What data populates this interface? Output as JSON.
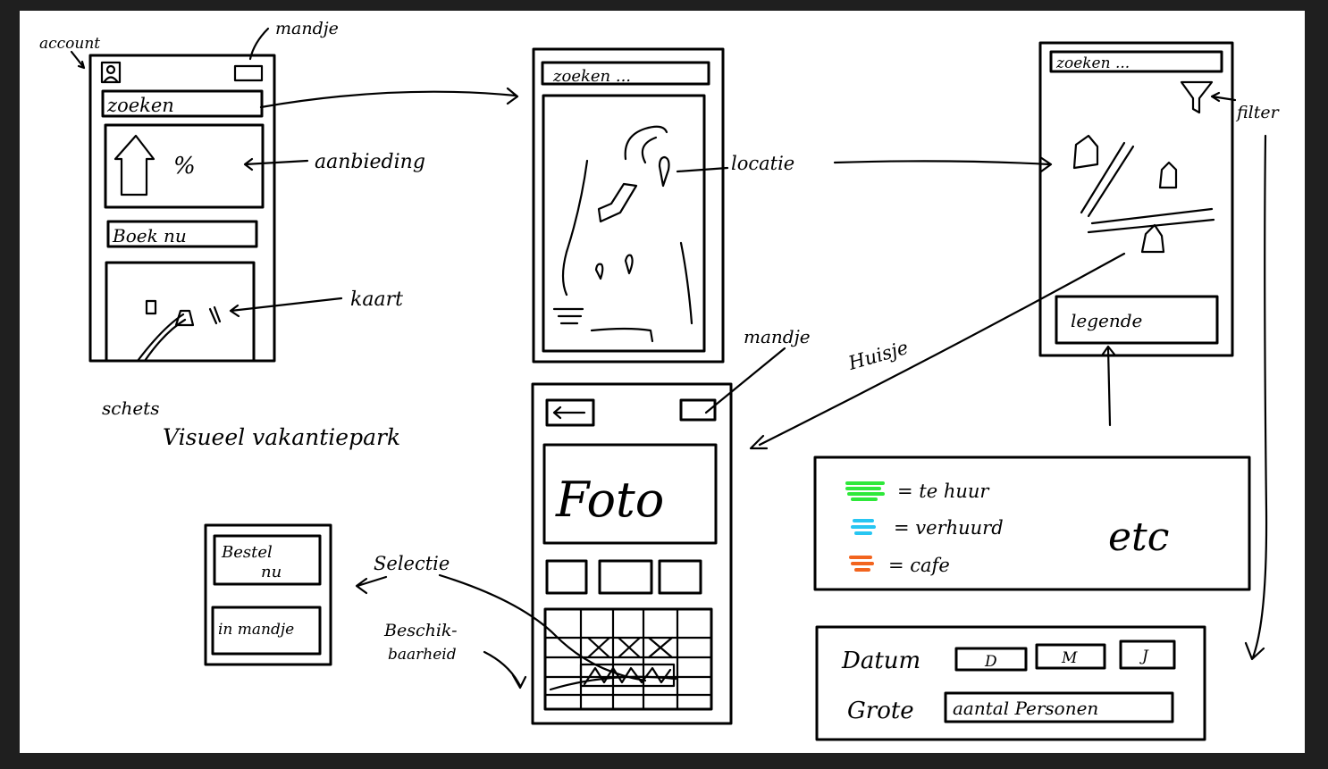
{
  "labels": {
    "account": "account",
    "mandje_top": "mandje",
    "zoeken_home": "zoeken",
    "aanbieding": "aanbieding",
    "percent": "%",
    "boek_nu": "Boek nu",
    "kaart": "kaart",
    "schets_line1": "schets",
    "schets_line2": "Visueel vakantiepark",
    "zoeken_map": "zoeken ...",
    "locatie": "locatie",
    "zoeken_detail": "zoeken ...",
    "filter": "filter",
    "legende": "legende",
    "mandje_mid": "mandje",
    "huisje": "Huisje",
    "foto": "Foto",
    "bestel_nu_1": "Bestel",
    "bestel_nu_2": "nu",
    "in_mandje": "in mandje",
    "selectie": "Selectie",
    "beschik_1": "Beschik-",
    "beschik_2": "baarheid",
    "legend_te_huur": "= te huur",
    "legend_verhuurd": "= verhuurd",
    "legend_cafe": "= cafe",
    "etc": "etc",
    "datum": "Datum",
    "d_btn": "D",
    "m_btn": "M",
    "j_btn": "J",
    "grote": "Grote",
    "aantal_personen": "aantal Personen"
  },
  "colors": {
    "te_huur": "#2ee83a",
    "verhuurd": "#27c6f2",
    "cafe": "#f2641e"
  },
  "icons": [
    "account-icon",
    "basket-icon",
    "house-icon",
    "map-pin-icon",
    "filter-icon",
    "back-arrow-icon"
  ]
}
